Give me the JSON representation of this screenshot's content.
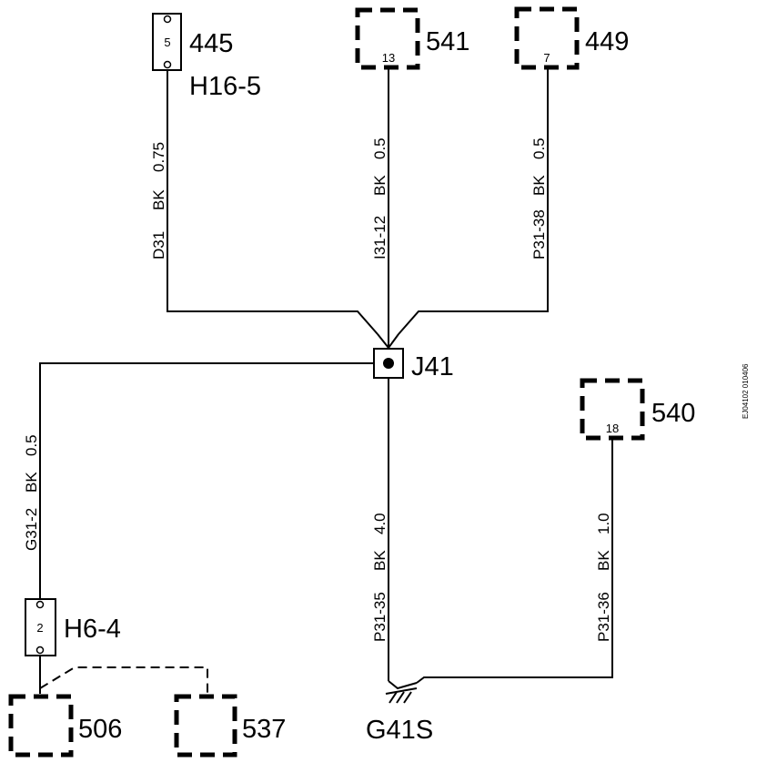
{
  "components": {
    "c445": {
      "id": "445",
      "pin": "5"
    },
    "h16_5": "H16-5",
    "c541": {
      "id": "541",
      "pin": "13"
    },
    "c449": {
      "id": "449",
      "pin": "7"
    },
    "j41": "J41",
    "c540": {
      "id": "540",
      "pin": "18"
    },
    "h6_4": {
      "id": "H6-4",
      "pin": "2"
    },
    "c506": "506",
    "c537": "537",
    "g41s": "G41S"
  },
  "wires": {
    "d31": {
      "circuit": "D31",
      "color": "BK",
      "size": "0.75"
    },
    "i31_12": {
      "circuit": "I31-12",
      "color": "BK",
      "size": "0.5"
    },
    "p31_38": {
      "circuit": "P31-38",
      "color": "BK",
      "size": "0.5"
    },
    "g31_2": {
      "circuit": "G31-2",
      "color": "BK",
      "size": "0.5"
    },
    "p31_35": {
      "circuit": "P31-35",
      "color": "BK",
      "size": "4.0"
    },
    "p31_36": {
      "circuit": "P31-36",
      "color": "BK",
      "size": "1.0"
    }
  },
  "stamp": "EJ04102 010406"
}
